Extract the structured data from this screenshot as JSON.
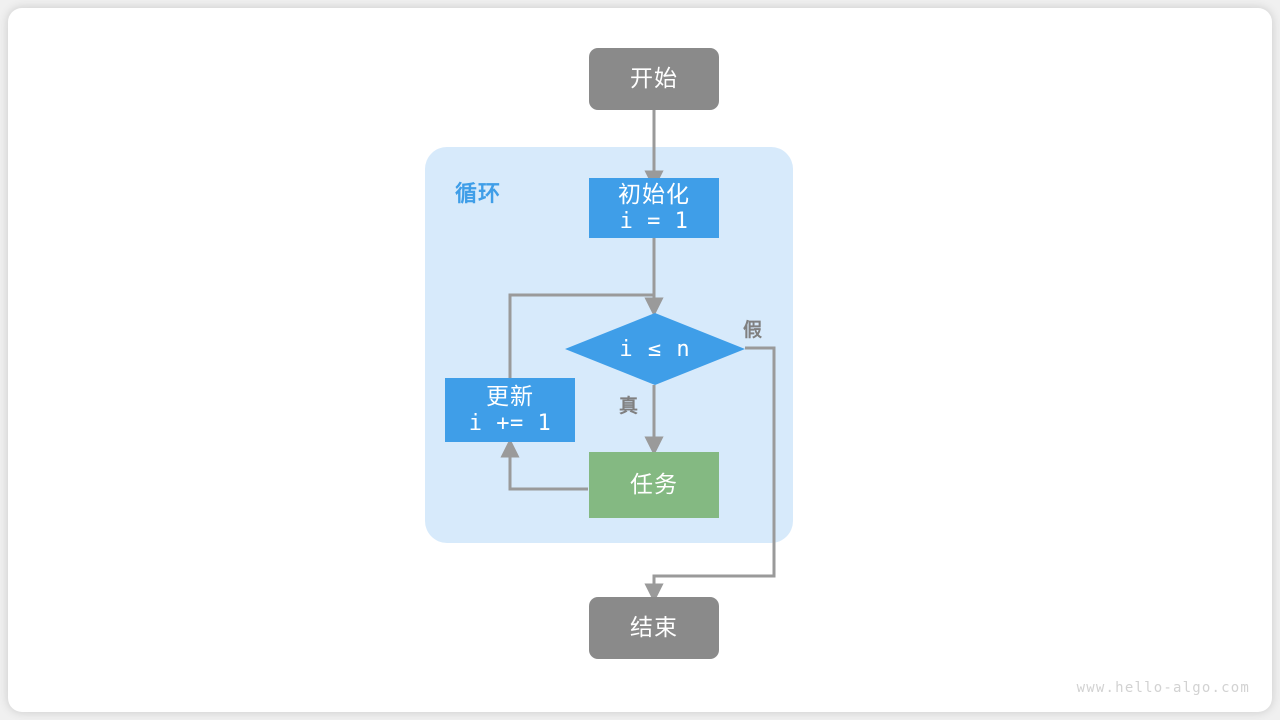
{
  "diagram": {
    "title": "for-loop-flowchart",
    "watermark": "www.hello-algo.com",
    "colors": {
      "page_background": "#f0f0f0",
      "card_background": "#ffffff",
      "terminal_fill": "#8a8a8a",
      "process_fill": "#3f9ee8",
      "decision_fill": "#3f9ee8",
      "task_fill": "#84b982",
      "loop_fill": "#d7eafb",
      "loop_label": "#3f9ee8",
      "edge_stroke": "#9a9a9a",
      "edge_label": "#808080",
      "node_text": "#ffffff",
      "watermark_text": "#d2d2d2"
    },
    "loop_group": {
      "label": "循环"
    },
    "nodes": {
      "start": {
        "label": "开始",
        "shape": "terminal"
      },
      "init": {
        "label": "初始化",
        "code": "i = 1",
        "shape": "process"
      },
      "condition": {
        "label": "i ≤ n",
        "shape": "decision"
      },
      "update": {
        "label": "更新",
        "code": "i += 1",
        "shape": "process"
      },
      "task": {
        "label": "任务",
        "shape": "process"
      },
      "end": {
        "label": "结束",
        "shape": "terminal"
      }
    },
    "edge_labels": {
      "true": "真",
      "false": "假"
    }
  }
}
